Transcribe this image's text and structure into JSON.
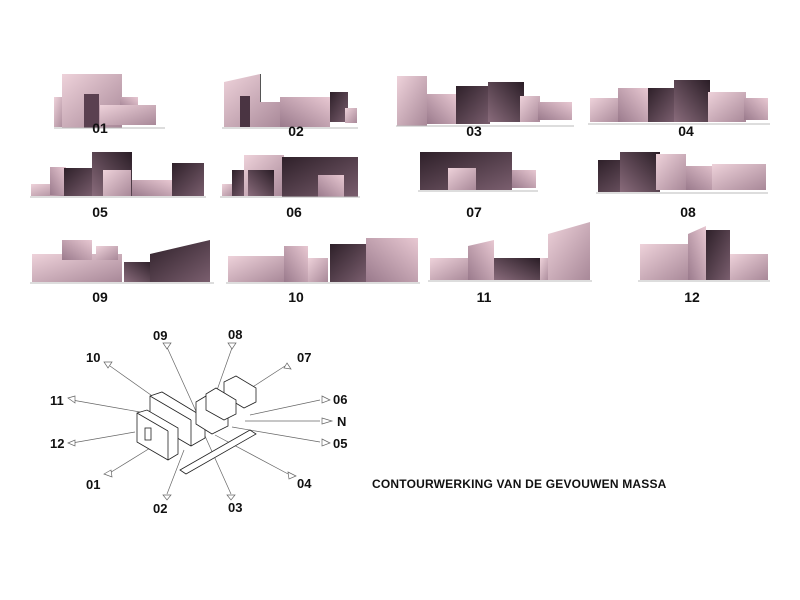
{
  "views": [
    {
      "label": "01"
    },
    {
      "label": "02"
    },
    {
      "label": "03"
    },
    {
      "label": "04"
    },
    {
      "label": "05"
    },
    {
      "label": "06"
    },
    {
      "label": "07"
    },
    {
      "label": "08"
    },
    {
      "label": "09"
    },
    {
      "label": "10"
    },
    {
      "label": "11"
    },
    {
      "label": "12"
    }
  ],
  "site_plan": {
    "viewpoints": [
      "01",
      "02",
      "03",
      "04",
      "05",
      "06",
      "07",
      "08",
      "09",
      "10",
      "11",
      "12"
    ],
    "north_label": "N"
  },
  "title": "CONTOURWERKING VAN DE GEVOUWEN MASSA",
  "colors": {
    "light_mass": "#e6c6d0",
    "dark_mass": "#3b2b36",
    "mid_mass": "#a68898"
  }
}
